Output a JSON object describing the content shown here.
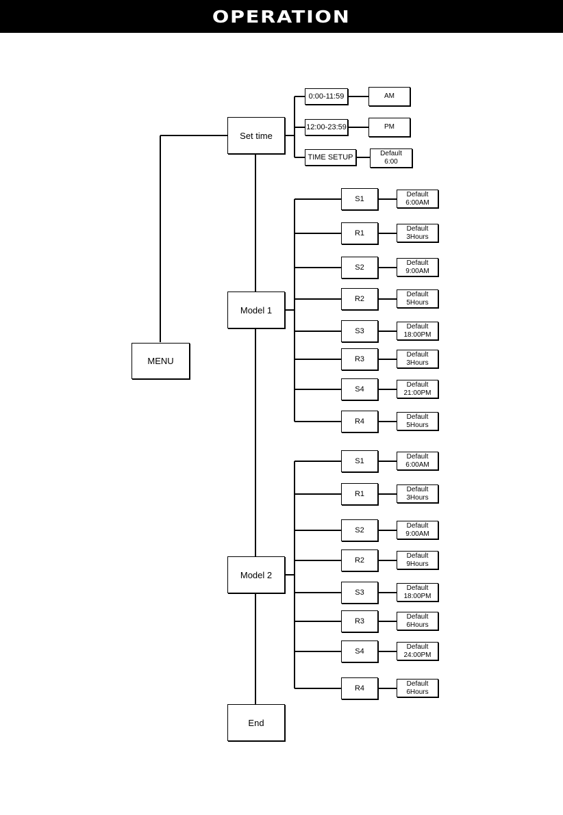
{
  "page": {
    "title": "OPERATION"
  },
  "diagram": {
    "menu": "MENU",
    "set_time": {
      "label": "Set time",
      "items": [
        {
          "label": "0:00-11:59",
          "value": "AM"
        },
        {
          "label": "12:00-23:59",
          "value": "PM"
        },
        {
          "label": "TIME SETUP",
          "value": "Default\n6:00"
        }
      ]
    },
    "model1": {
      "label": "Model 1",
      "items": [
        {
          "label": "S1",
          "value": "Default\n6:00AM"
        },
        {
          "label": "R1",
          "value": "Default\n3Hours"
        },
        {
          "label": "S2",
          "value": "Default\n9:00AM"
        },
        {
          "label": "R2",
          "value": "Default\n5Hours"
        },
        {
          "label": "S3",
          "value": "Default\n18:00PM"
        },
        {
          "label": "R3",
          "value": "Default\n3Hours"
        },
        {
          "label": "S4",
          "value": "Default\n21:00PM"
        },
        {
          "label": "R4",
          "value": "Default\n5Hours"
        }
      ]
    },
    "model2": {
      "label": "Model  2",
      "items": [
        {
          "label": "S1",
          "value": "Default\n6:00AM"
        },
        {
          "label": "R1",
          "value": "Default\n3Hours"
        },
        {
          "label": "S2",
          "value": "Default\n9:00AM"
        },
        {
          "label": "R2",
          "value": "Default\n9Hours"
        },
        {
          "label": "S3",
          "value": "Default\n18:00PM"
        },
        {
          "label": "R3",
          "value": "Default\n6Hours"
        },
        {
          "label": "S4",
          "value": "Default\n24:00PM"
        },
        {
          "label": "R4",
          "value": "Default\n6Hours"
        }
      ]
    },
    "end": "End"
  }
}
